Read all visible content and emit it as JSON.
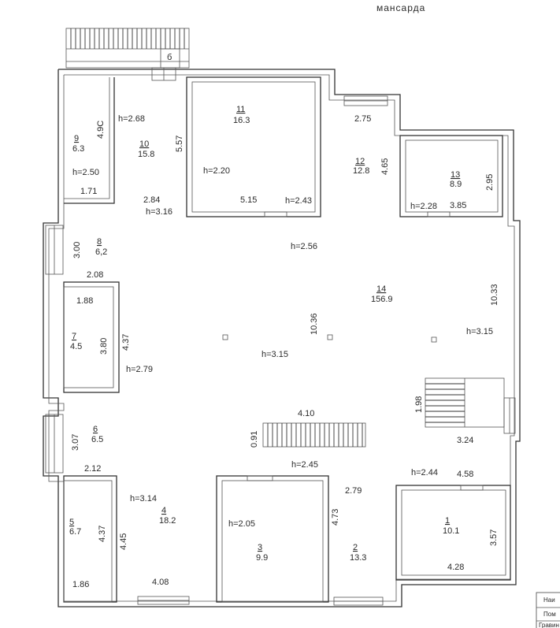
{
  "title": "мансарда",
  "rooms": [
    {
      "id": "r11",
      "num": "11",
      "area": "16.3"
    },
    {
      "id": "r10",
      "num": "10",
      "area": "15.8"
    },
    {
      "id": "r9",
      "num": "9",
      "area": "6.3"
    },
    {
      "id": "r12",
      "num": "12",
      "area": "12.8"
    },
    {
      "id": "r13",
      "num": "13",
      "area": "8.9"
    },
    {
      "id": "r8",
      "num": "8",
      "area": "6,2"
    },
    {
      "id": "r14",
      "num": "14",
      "area": "156.9"
    },
    {
      "id": "r7",
      "num": "7",
      "area": "4.5"
    },
    {
      "id": "r6",
      "num": "6",
      "area": "6.5"
    },
    {
      "id": "r4",
      "num": "4",
      "area": "18.2"
    },
    {
      "id": "r5",
      "num": "5",
      "area": "6.7"
    },
    {
      "id": "r3",
      "num": "3",
      "area": "9.9"
    },
    {
      "id": "r2",
      "num": "2",
      "area": "13.3"
    },
    {
      "id": "r1",
      "num": "1",
      "area": "10.1"
    }
  ],
  "heights": [
    "h=2.68",
    "h=2.50",
    "h=2.20",
    "h=2.43",
    "h=3.16",
    "h=2.28",
    "h=2.56",
    "h=3.15",
    "h=3.15",
    "h=2.79",
    "h=2.45",
    "h=2.44",
    "h=3.14",
    "h=2.05"
  ],
  "dimensions": [
    "4.9С",
    "5.57",
    "1.71",
    "2.84",
    "5.15",
    "2.75",
    "4.65",
    "2.95",
    "3.85",
    "3.00",
    "2.08",
    "1.88",
    "3.80",
    "4.37",
    "10.36",
    "10.33",
    "1.98",
    "4.10",
    "0.91",
    "3.24",
    "3.07",
    "2.12",
    "4.58",
    "2.79",
    "4.73",
    "4.37",
    "4.45",
    "3.57",
    "4.28",
    "1.86",
    "4.08"
  ],
  "marks": {
    "top_b": "б"
  },
  "stamp": {
    "row1": "Наи",
    "row2": "Пом",
    "row3": "Гравин"
  }
}
